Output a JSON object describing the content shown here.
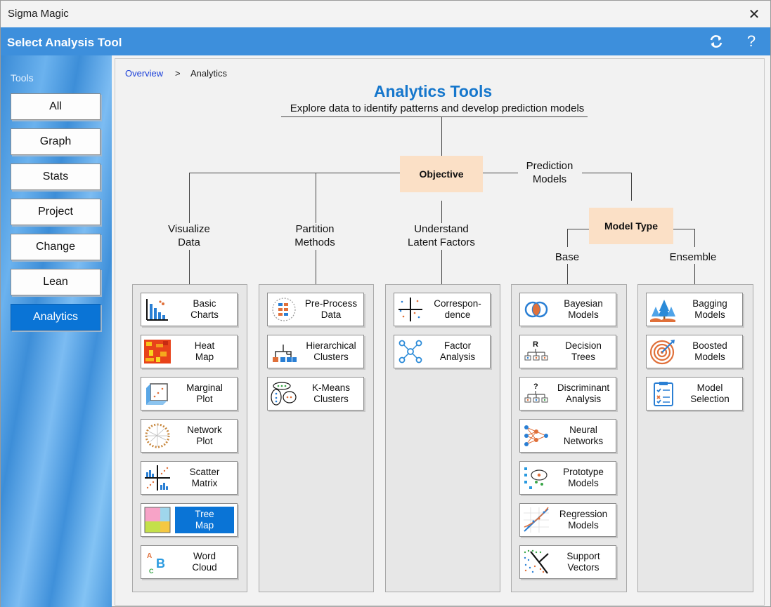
{
  "window": {
    "title": "Sigma Magic",
    "close_glyph": "✕"
  },
  "header": {
    "title": "Select Analysis Tool",
    "refresh_icon": "refresh-icon",
    "help_glyph": "?"
  },
  "sidebar": {
    "label": "Tools",
    "items": [
      {
        "label": "All"
      },
      {
        "label": "Graph"
      },
      {
        "label": "Stats"
      },
      {
        "label": "Project"
      },
      {
        "label": "Change"
      },
      {
        "label": "Lean"
      },
      {
        "label": "Analytics",
        "active": true
      }
    ]
  },
  "breadcrumb": {
    "link": "Overview",
    "separator": ">",
    "current": "Analytics"
  },
  "diagram": {
    "title": "Analytics Tools",
    "subtitle": "Explore data to identify patterns and develop prediction models",
    "objective": "Objective",
    "prediction_label_1": "Prediction",
    "prediction_label_2": "Models",
    "model_type": "Model Type",
    "base": "Base",
    "ensemble": "Ensemble",
    "categories": [
      {
        "line1": "Visualize",
        "line2": "Data"
      },
      {
        "line1": "Partition",
        "line2": "Methods"
      },
      {
        "line1": "Understand",
        "line2": "Latent Factors"
      }
    ]
  },
  "columns": [
    {
      "tools": [
        {
          "l1": "Basic",
          "l2": "Charts",
          "icon": "bar-chart-icon"
        },
        {
          "l1": "Heat",
          "l2": "Map",
          "icon": "heat-map-icon"
        },
        {
          "l1": "Marginal",
          "l2": "Plot",
          "icon": "marginal-plot-icon"
        },
        {
          "l1": "Network",
          "l2": "Plot",
          "icon": "network-plot-icon"
        },
        {
          "l1": "Scatter",
          "l2": "Matrix",
          "icon": "scatter-matrix-icon"
        },
        {
          "l1": "Tree",
          "l2": "Map",
          "icon": "tree-map-icon",
          "selected": true
        },
        {
          "l1": "Word",
          "l2": "Cloud",
          "icon": "word-cloud-icon"
        }
      ]
    },
    {
      "tools": [
        {
          "l1": "Pre-Process",
          "l2": "Data",
          "icon": "preprocess-icon"
        },
        {
          "l1": "Hierarchical",
          "l2": "Clusters",
          "icon": "dendrogram-icon"
        },
        {
          "l1": "K-Means",
          "l2": "Clusters",
          "icon": "kmeans-icon"
        }
      ]
    },
    {
      "tools": [
        {
          "l1": "Correspon-",
          "l2": "dence",
          "icon": "correspondence-icon"
        },
        {
          "l1": "Factor",
          "l2": "Analysis",
          "icon": "factor-network-icon"
        }
      ]
    },
    {
      "tools": [
        {
          "l1": "Bayesian",
          "l2": "Models",
          "icon": "bayesian-icon"
        },
        {
          "l1": "Decision",
          "l2": "Trees",
          "icon": "decision-tree-icon"
        },
        {
          "l1": "Discriminant",
          "l2": "Analysis",
          "icon": "discriminant-icon"
        },
        {
          "l1": "Neural",
          "l2": "Networks",
          "icon": "neural-network-icon"
        },
        {
          "l1": "Prototype",
          "l2": "Models",
          "icon": "prototype-icon"
        },
        {
          "l1": "Regression",
          "l2": "Models",
          "icon": "regression-icon"
        },
        {
          "l1": "Support",
          "l2": "Vectors",
          "icon": "support-vector-icon"
        }
      ]
    },
    {
      "tools": [
        {
          "l1": "Bagging",
          "l2": "Models",
          "icon": "bagging-icon"
        },
        {
          "l1": "Boosted",
          "l2": "Models",
          "icon": "target-icon"
        },
        {
          "l1": "Model",
          "l2": "Selection",
          "icon": "checklist-icon"
        }
      ]
    }
  ]
}
